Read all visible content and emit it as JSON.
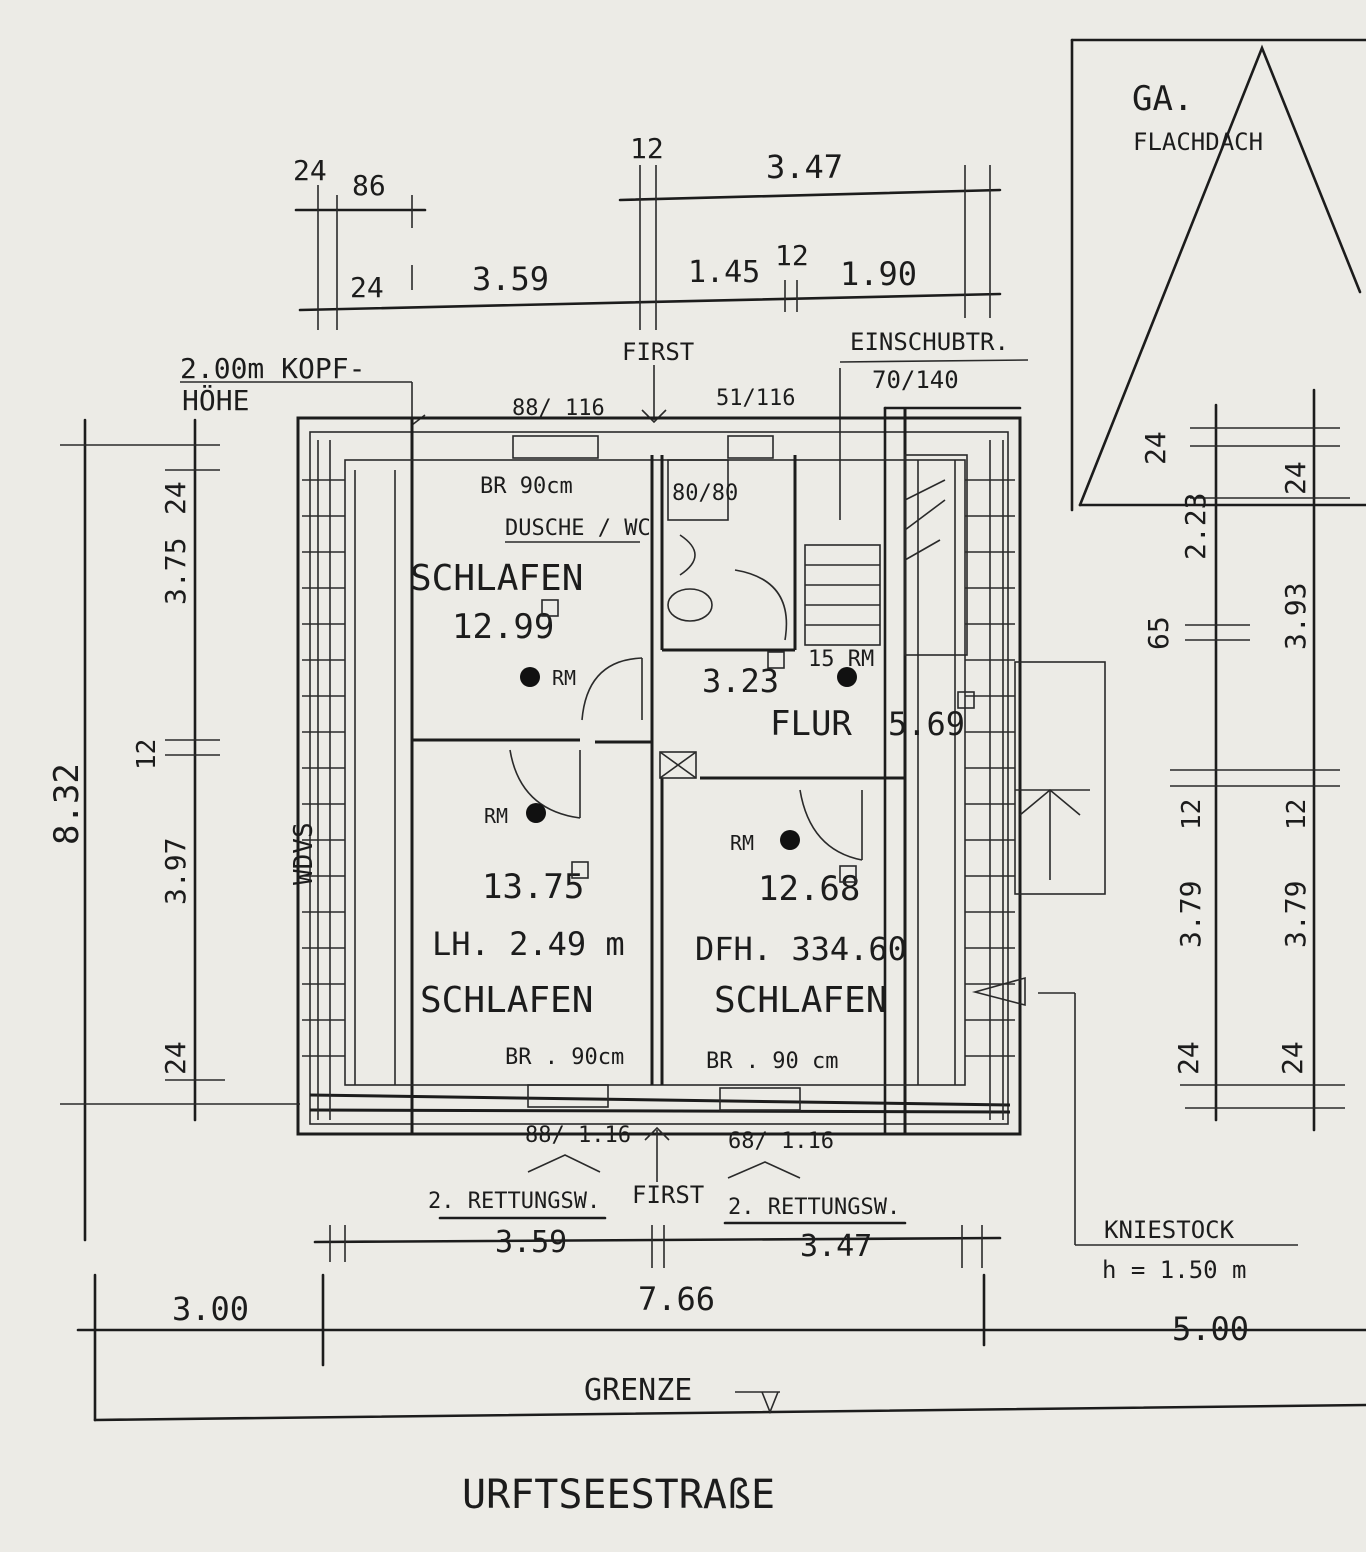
{
  "roof": {
    "title": "GA.",
    "subtitle": "FLACHDACH"
  },
  "top_dims": {
    "a": "24",
    "b": "86",
    "c": "12",
    "d": "3.47",
    "e": "24",
    "f": "3.59",
    "g": "1.45",
    "h": "12",
    "i": "1.90"
  },
  "labels": {
    "first_top": "FIRST",
    "first_bottom": "FIRST",
    "einschub": "EINSCHUBTR.",
    "einschub_size": "70/140",
    "kopf1": "2.00m KOPF-",
    "kopf2": "HÖHE",
    "win_tl": "88/ 116",
    "win_tr": "51/116",
    "win_bl": "88/ 1.16",
    "win_br": "68/ 1.16",
    "br_top": "BR 90cm",
    "br_bl": "BR . 90cm",
    "br_br": "BR . 90 cm",
    "shower_size": "80/80",
    "dusche": "DUSCHE / WC",
    "wdvs": "WDVS",
    "rettung_l": "2. RETTUNGSW.",
    "rettung_r": "2. RETTUNGSW.",
    "kniestock": "KNIESTOCK",
    "kniestock_h": "h = 1.50 m",
    "grenze": "GRENZE",
    "street": "URFTSEESTRAßE"
  },
  "rooms": {
    "schlafen1_name": "SCHLAFEN",
    "schlafen1_area": "12.99",
    "dusche_area": "3.23",
    "flur_name": "FLUR",
    "flur_area": "5.69",
    "flur_rm": "15 RM",
    "schlafen2_area": "13.75",
    "schlafen2_lh": "LH. 2.49 m",
    "schlafen2_name": "SCHLAFEN",
    "schlafen3_area": "12.68",
    "schlafen3_dfh": "DFH. 334.60",
    "schlafen3_name": "SCHLAFEN",
    "rm_a": "RM",
    "rm_b": "RM",
    "rm_c": "RM"
  },
  "left_dims": {
    "total": "8.32",
    "a": "24",
    "b": "3.75",
    "c": "12",
    "d": "3.97",
    "e": "24"
  },
  "right_dims": {
    "a1": "24",
    "a2": "2.23",
    "a3": "65",
    "a4": "12",
    "a5": "3.79",
    "a6": "24",
    "b1": "24",
    "b2": "3.93",
    "b3": "12",
    "b4": "3.79",
    "b5": "24"
  },
  "bottom_dims": {
    "a": "3.59",
    "b": "3.47",
    "c": "7.66",
    "d": "3.00",
    "e": "5.00"
  }
}
